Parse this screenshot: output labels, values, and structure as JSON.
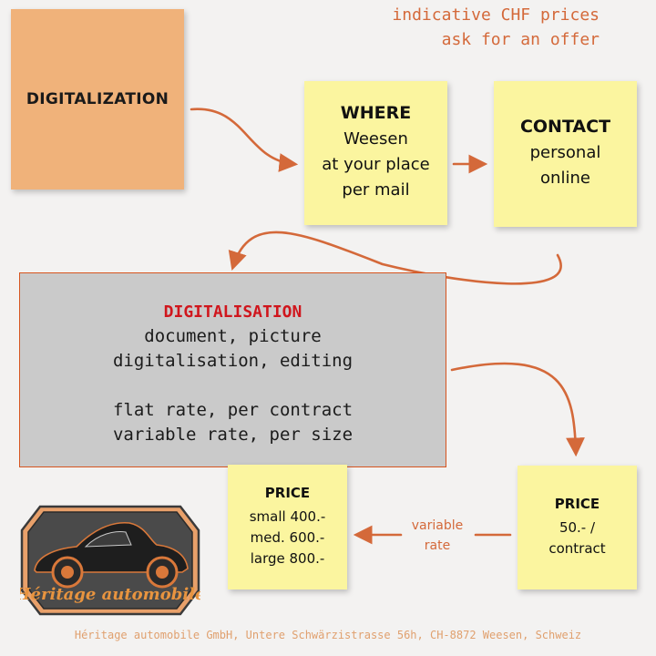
{
  "header": {
    "line1": "indicative CHF prices",
    "line2": "ask for an offer"
  },
  "digitalization_note": {
    "title": "DIGITALIZATION"
  },
  "where_note": {
    "title": "WHERE",
    "lines": [
      "Weesen",
      "at your place",
      "per mail"
    ]
  },
  "contact_note": {
    "title": "CONTACT",
    "lines": [
      "personal",
      "online"
    ]
  },
  "service_box": {
    "title": "DIGITALISATION",
    "lines": [
      "document, picture",
      "digitalisation, editing",
      "",
      "flat rate, per contract",
      "variable rate, per size"
    ]
  },
  "price_variable": {
    "title": "PRICE",
    "lines": [
      "small 400.-",
      "med. 600.-",
      "large 800.-"
    ]
  },
  "price_flat": {
    "title": "PRICE",
    "lines": [
      "50.- /",
      "contract"
    ]
  },
  "arrow_label": {
    "line1": "variable",
    "line2": "rate"
  },
  "logo": {
    "text": "Héritage automobile"
  },
  "footer": {
    "text": "Héritage automobile GmbH, Untere Schwärzistrasse 56h, CH-8872 Weesen, Schweiz"
  },
  "colors": {
    "arrow": "#d4693a",
    "note_yellow": "#fbf59f",
    "note_orange": "#f0b27a",
    "box_gray": "#cacaca",
    "title_red": "#d0161d"
  }
}
